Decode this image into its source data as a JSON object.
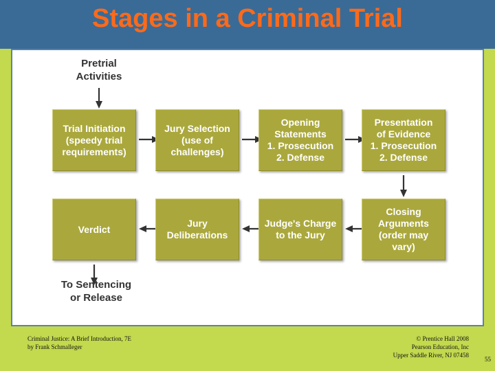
{
  "slide": {
    "title": "Stages in a Criminal Trial",
    "colors": {
      "background": "#c3d94e",
      "title_band": "#3a6b96",
      "title_text": "#ff6a1a",
      "panel": "#ffffff",
      "panel_border": "#5b7fae",
      "box_fill": "#aaa83c",
      "box_text": "#ffffff",
      "label_text": "#333333"
    }
  },
  "diagram": {
    "entry_label": "Pretrial\nActivities",
    "exit_label": "To Sentencing\nor Release",
    "row1": [
      {
        "id": "trial-initiation",
        "text": "Trial Initiation\n(speedy trial\nrequirements)"
      },
      {
        "id": "jury-selection",
        "text": "Jury Selection\n(use of\nchallenges)"
      },
      {
        "id": "opening-statements",
        "text": "Opening\nStatements\n1. Prosecution\n2. Defense"
      },
      {
        "id": "presentation-of-evidence",
        "text": "Presentation\nof Evidence\n1. Prosecution\n2. Defense"
      }
    ],
    "row2": [
      {
        "id": "verdict",
        "text": "Verdict"
      },
      {
        "id": "jury-deliberations",
        "text": "Jury\nDeliberations"
      },
      {
        "id": "judges-charge",
        "text": "Judge's Charge\nto the Jury"
      },
      {
        "id": "closing-arguments",
        "text": "Closing\nArguments\n(order may\nvary)"
      }
    ]
  },
  "footer": {
    "left": "Criminal Justice: A Brief Introduction, 7E\nby Frank Schmalleger",
    "right": "© Prentice Hall 2008\nPearson Education, Inc\nUpper Saddle River, NJ 07458",
    "page_number": "55"
  }
}
